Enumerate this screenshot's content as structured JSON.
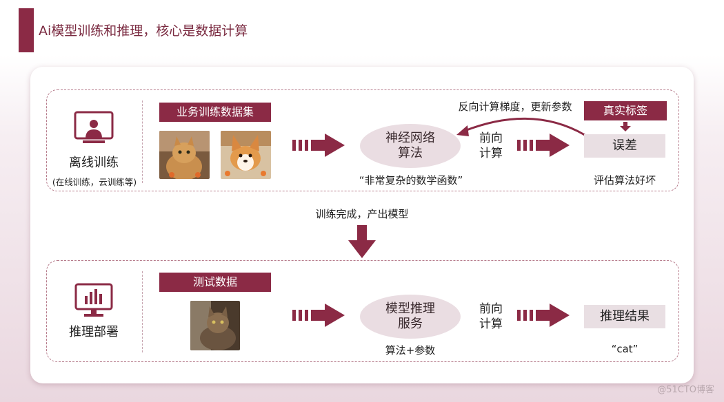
{
  "header": {
    "title": "Ai模型训练和推理，核心是数据计算"
  },
  "offline": {
    "section_label": "离线训练",
    "section_sub": "(在线训练，云训练等)",
    "dataset_tag": "业务训练数据集",
    "nn_label_1": "神经网络",
    "nn_label_2": "算法",
    "nn_caption": "“非常复杂的数学函数”",
    "forward_1": "前向",
    "forward_2": "计算",
    "backprop_caption": "反向计算梯度，更新参数",
    "truth_tag": "真实标签",
    "error_box": "误差",
    "error_caption": "评估算法好坏"
  },
  "transition": {
    "caption": "训练完成，产出模型"
  },
  "inference": {
    "section_label": "推理部署",
    "test_tag": "测试数据",
    "service_label_1": "模型推理",
    "service_label_2": "服务",
    "service_caption": "算法+参数",
    "forward_1": "前向",
    "forward_2": "计算",
    "result_box": "推理结果",
    "result_caption": "“cat”"
  },
  "watermark": "@51CTO博客",
  "colors": {
    "accent": "#8b2a45",
    "box_fill": "#e9dfe3",
    "ellipse_fill": "#eadde2"
  }
}
